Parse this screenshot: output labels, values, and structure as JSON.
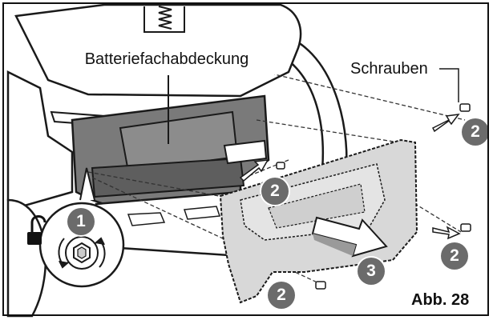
{
  "figure": {
    "label_cover": "Batteriefachabdeckung",
    "label_screws": "Schrauben",
    "figure_number": "Abb. 28"
  },
  "steps": {
    "unlock": "1",
    "remove_screws": "2",
    "remove_cover": "3"
  },
  "icons": {
    "unlock": "padlock-open-icon",
    "knob": "hex-knob-icon",
    "arrow": "direction-arrow-icon"
  },
  "colors": {
    "badge": "#6b6b6b",
    "cover_fill": "#d8d8d8",
    "outline": "#1a1a1a",
    "shadow_fill": "#7a7a7a",
    "body_fill": "#ededed"
  }
}
